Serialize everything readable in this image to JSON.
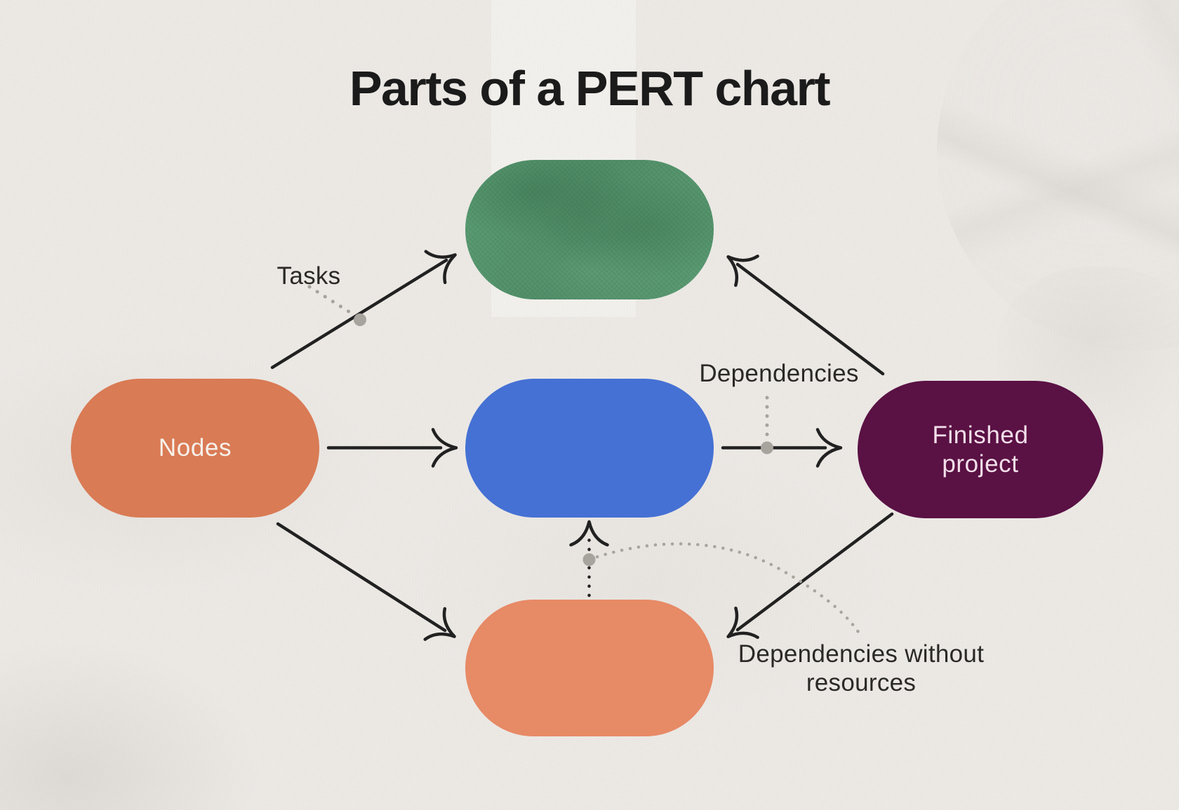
{
  "title": "Parts of a PERT chart",
  "pills": {
    "top_task": {
      "label": "",
      "color": "#58996F"
    },
    "nodes": {
      "label": "Nodes",
      "color": "#D97B55"
    },
    "center_task": {
      "label": "",
      "color": "#4571D4"
    },
    "finished_project": {
      "label": "Finished project",
      "color": "#5A1144"
    },
    "bottom_task": {
      "label": "",
      "color": "#E78A66"
    }
  },
  "annotations": {
    "tasks": "Tasks",
    "dependencies": "Dependencies",
    "dependencies_without_resources": "Dependencies without resources"
  },
  "colors": {
    "background": "#EDEAE6",
    "arrow": "#212121",
    "connector_gray": "#A6A29C",
    "title_text": "#1B1B1B",
    "pill_text_light": "#F6F0EA",
    "pill_text_pink": "#F2DFEA"
  }
}
